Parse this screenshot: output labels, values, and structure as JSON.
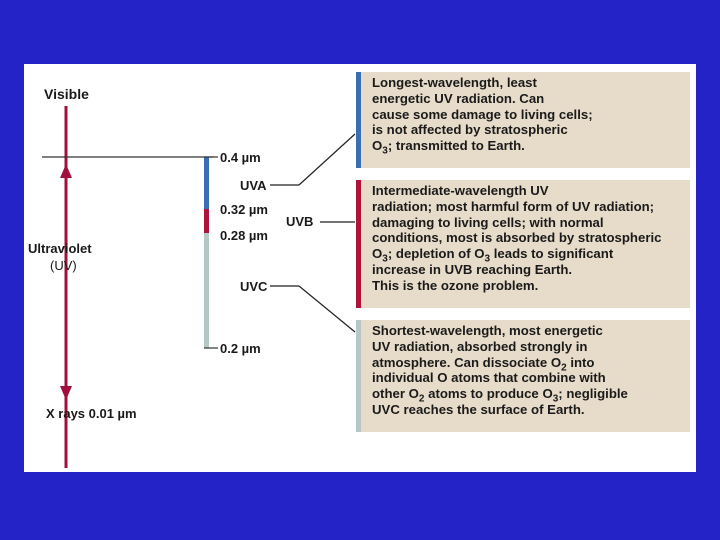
{
  "labels": {
    "visible": "Visible",
    "ultraviolet": "Ultraviolet",
    "uv": "(UV)",
    "xrays": "X rays 0.01 µm",
    "w04": "0.4 µm",
    "uva": "UVA",
    "w032": "0.32 µm",
    "uvb": "UVB",
    "w028": "0.28 µm",
    "uvc": "UVC",
    "w02": "0.2 µm"
  },
  "boxes": {
    "uva": {
      "lines": [
        "Longest-wavelength, least",
        "energetic UV radiation. Can",
        "cause some damage to living cells;",
        "is not affected by stratospheric",
        "O3; transmitted to Earth."
      ]
    },
    "uvb": {
      "lines": [
        "Intermediate-wavelength UV",
        "radiation; most harmful form of UV radiation;",
        "damaging to living cells; with normal",
        "conditions, most is absorbed by stratospheric",
        "O3; depletion of O3 leads to significant",
        "increase in UVB reaching Earth.",
        "This is the ozone problem."
      ]
    },
    "uvc": {
      "lines": [
        "Shortest-wavelength, most energetic",
        "UV radiation, absorbed strongly in",
        "atmosphere. Can dissociate O2 into",
        "individual O atoms that combine with",
        "other O2 atoms to produce O3; negligible",
        "UVC reaches the surface of Earth."
      ]
    }
  },
  "colors": {
    "uva": "#3b6fb3",
    "uvb": "#b0133a",
    "uvc": "#b6c8c6",
    "arrow": "#a0103a",
    "box_bg": "#e7dcca"
  }
}
